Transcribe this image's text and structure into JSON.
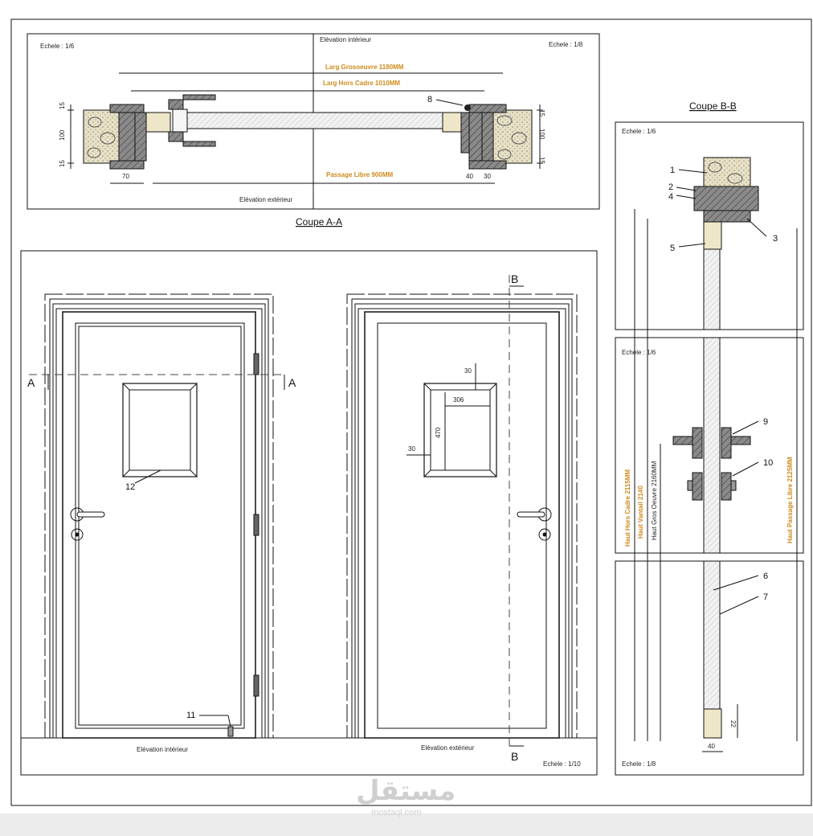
{
  "plan": {
    "scale_left": "Echele : 1/6",
    "scale_right": "Echele : 1/8",
    "elev_interior": "Elévation intérieur",
    "elev_exterior": "Elévation extérieur",
    "larg_gros_oeuvre": "Larg Grosoeuvre 1180MM",
    "larg_hors_cadre": "Larg Hors Cadre 1010MM",
    "passage_libre": "Passage Libre 900MM",
    "dim_15_top_left": "15",
    "dim_100_left": "100",
    "dim_15_bot_left": "15",
    "dim_15_top_right": "15",
    "dim_100_right": "100",
    "dim_15_bot_right": "15",
    "dim_70": "70",
    "dim_40": "40",
    "dim_30": "30",
    "callout_8": "8",
    "title": "Coupe A-A"
  },
  "elevation": {
    "mark_a_left": "A",
    "mark_a_right": "A",
    "mark_b_top": "B",
    "mark_b_bottom": "B",
    "callout_12": "12",
    "callout_11": "11",
    "label_interior": "Elévation intérieur",
    "label_exterior": "Elévation extérieur",
    "scale": "Echele : 1/10",
    "dim_30_top": "30",
    "dim_306": "306",
    "dim_470": "470",
    "dim_30_left": "30"
  },
  "section_b": {
    "title": "Coupe B-B",
    "scale_top": "Echele : 1/6",
    "scale_mid": "Echele : 1/6",
    "scale_bottom": "Echele : 1/8",
    "callouts": [
      "1",
      "2",
      "4",
      "3",
      "5",
      "9",
      "10",
      "6",
      "7"
    ],
    "haut_hors_cadre": "Haut Hors Cadre 2115MM",
    "haut_vantail": "Haut Vantail 2140",
    "haut_gros_oeuvre": "Haut Gros Oeuvre 2160MM",
    "haut_passage_libre": "Haut Passage Libre 2125MM",
    "dim_40": "40",
    "dim_22": "22"
  },
  "watermark": {
    "arabic": "مستقل",
    "latin": "mostaql.com"
  },
  "colors": {
    "paper": "#ffffff",
    "line": "#111111",
    "annotation": "#d08a1c",
    "wall_fill": "#6f6f6f",
    "background": "#ececec"
  }
}
